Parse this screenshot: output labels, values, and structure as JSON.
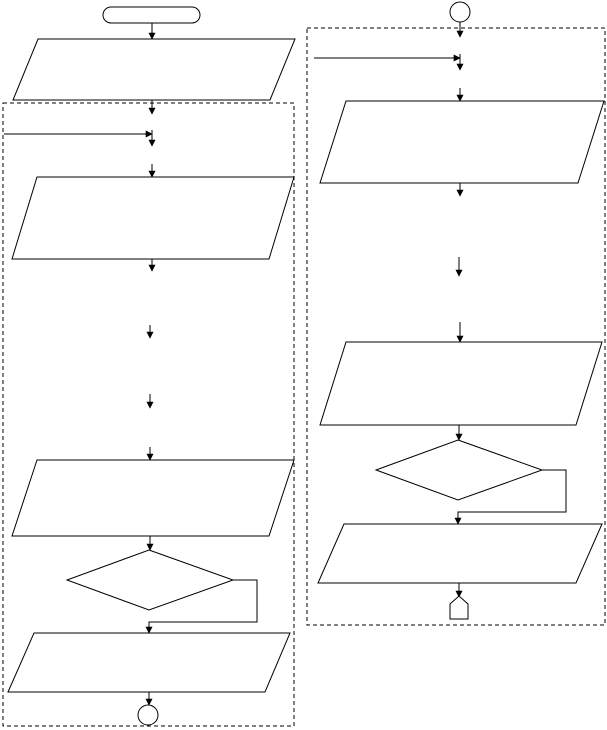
{
  "diagram": {
    "type": "flowchart",
    "description_visible_text": [],
    "colors": {
      "stroke": "#000000",
      "background": "#ffffff"
    },
    "groups": [
      {
        "id": "left-loop-group",
        "style": "dashed"
      },
      {
        "id": "right-loop-group",
        "style": "dashed"
      }
    ],
    "nodes": [
      {
        "id": "start",
        "shape": "terminator",
        "label": ""
      },
      {
        "id": "left-io-1",
        "shape": "parallelogram",
        "label": ""
      },
      {
        "id": "left-io-2",
        "shape": "parallelogram",
        "label": ""
      },
      {
        "id": "left-io-3",
        "shape": "parallelogram",
        "label": ""
      },
      {
        "id": "left-decision",
        "shape": "diamond",
        "label": ""
      },
      {
        "id": "left-io-4",
        "shape": "parallelogram",
        "label": ""
      },
      {
        "id": "connector-out",
        "shape": "circle",
        "label": ""
      },
      {
        "id": "connector-in",
        "shape": "circle",
        "label": ""
      },
      {
        "id": "right-io-1",
        "shape": "parallelogram",
        "label": ""
      },
      {
        "id": "right-io-2",
        "shape": "parallelogram",
        "label": ""
      },
      {
        "id": "right-decision",
        "shape": "diamond",
        "label": ""
      },
      {
        "id": "right-io-3",
        "shape": "parallelogram",
        "label": ""
      },
      {
        "id": "offpage-connector",
        "shape": "offpage",
        "label": ""
      }
    ],
    "edges": [
      {
        "from": "start",
        "to": "left-io-1"
      },
      {
        "from": "left-io-1",
        "to": "left-io-2"
      },
      {
        "from": "left-io-2",
        "to": "left-io-3"
      },
      {
        "from": "left-io-3",
        "to": "left-decision"
      },
      {
        "from": "left-decision",
        "to": "left-io-4"
      },
      {
        "from": "left-io-4",
        "to": "connector-out"
      },
      {
        "from": "connector-in",
        "to": "right-io-1"
      },
      {
        "from": "right-io-1",
        "to": "right-io-2"
      },
      {
        "from": "right-io-2",
        "to": "right-decision"
      },
      {
        "from": "right-decision",
        "to": "right-io-3"
      },
      {
        "from": "right-io-3",
        "to": "offpage-connector"
      }
    ]
  }
}
